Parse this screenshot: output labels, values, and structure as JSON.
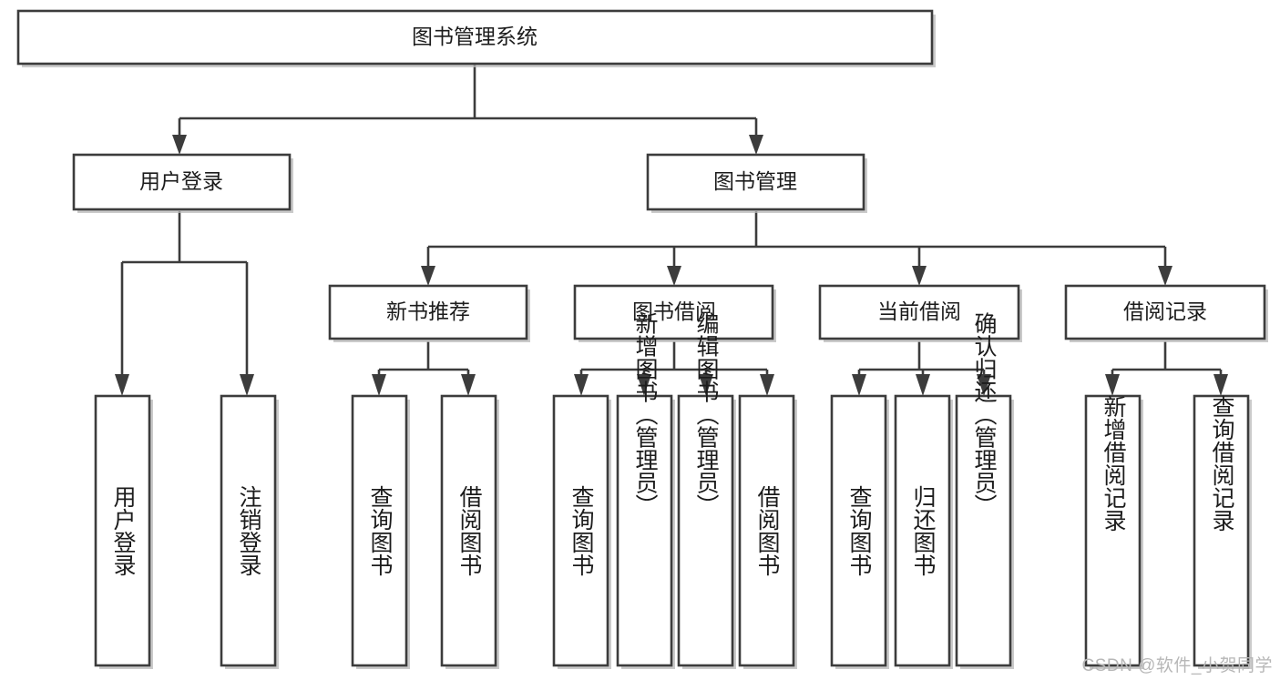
{
  "diagram": {
    "type": "tree-hierarchy-flowchart",
    "title": "图书管理系统",
    "colors": {
      "box_stroke": "#3c3c3c",
      "box_fill": "#ffffff",
      "connector": "#3c3c3c",
      "text": "#1c1c1c",
      "watermark": "#b7b7b7",
      "background": "#ffffff"
    },
    "root": {
      "label": "图书管理系统"
    },
    "level2": [
      {
        "label": "用户登录"
      },
      {
        "label": "图书管理"
      }
    ],
    "level3": [
      {
        "label": "新书推荐"
      },
      {
        "label": "图书借阅"
      },
      {
        "label": "当前借阅"
      },
      {
        "label": "借阅记录"
      }
    ],
    "leaves": {
      "user_login": [
        {
          "label": "用户登录"
        },
        {
          "label": "注销登录"
        }
      ],
      "new_book_recommend": [
        {
          "label": "查询图书"
        },
        {
          "label": "借阅图书"
        }
      ],
      "book_borrow": [
        {
          "label": "查询图书"
        },
        {
          "label": "新增图书（管理员）"
        },
        {
          "label": "编辑图书（管理员）"
        },
        {
          "label": "借阅图书"
        }
      ],
      "current_borrow": [
        {
          "label": "查询图书"
        },
        {
          "label": "归还图书"
        },
        {
          "label": "确认归还（管理员）"
        }
      ],
      "borrow_record": [
        {
          "label": "新增借阅记录"
        },
        {
          "label": "查询借阅记录"
        }
      ]
    }
  },
  "watermark": {
    "text": "CSDN @软件_小贺同学"
  }
}
